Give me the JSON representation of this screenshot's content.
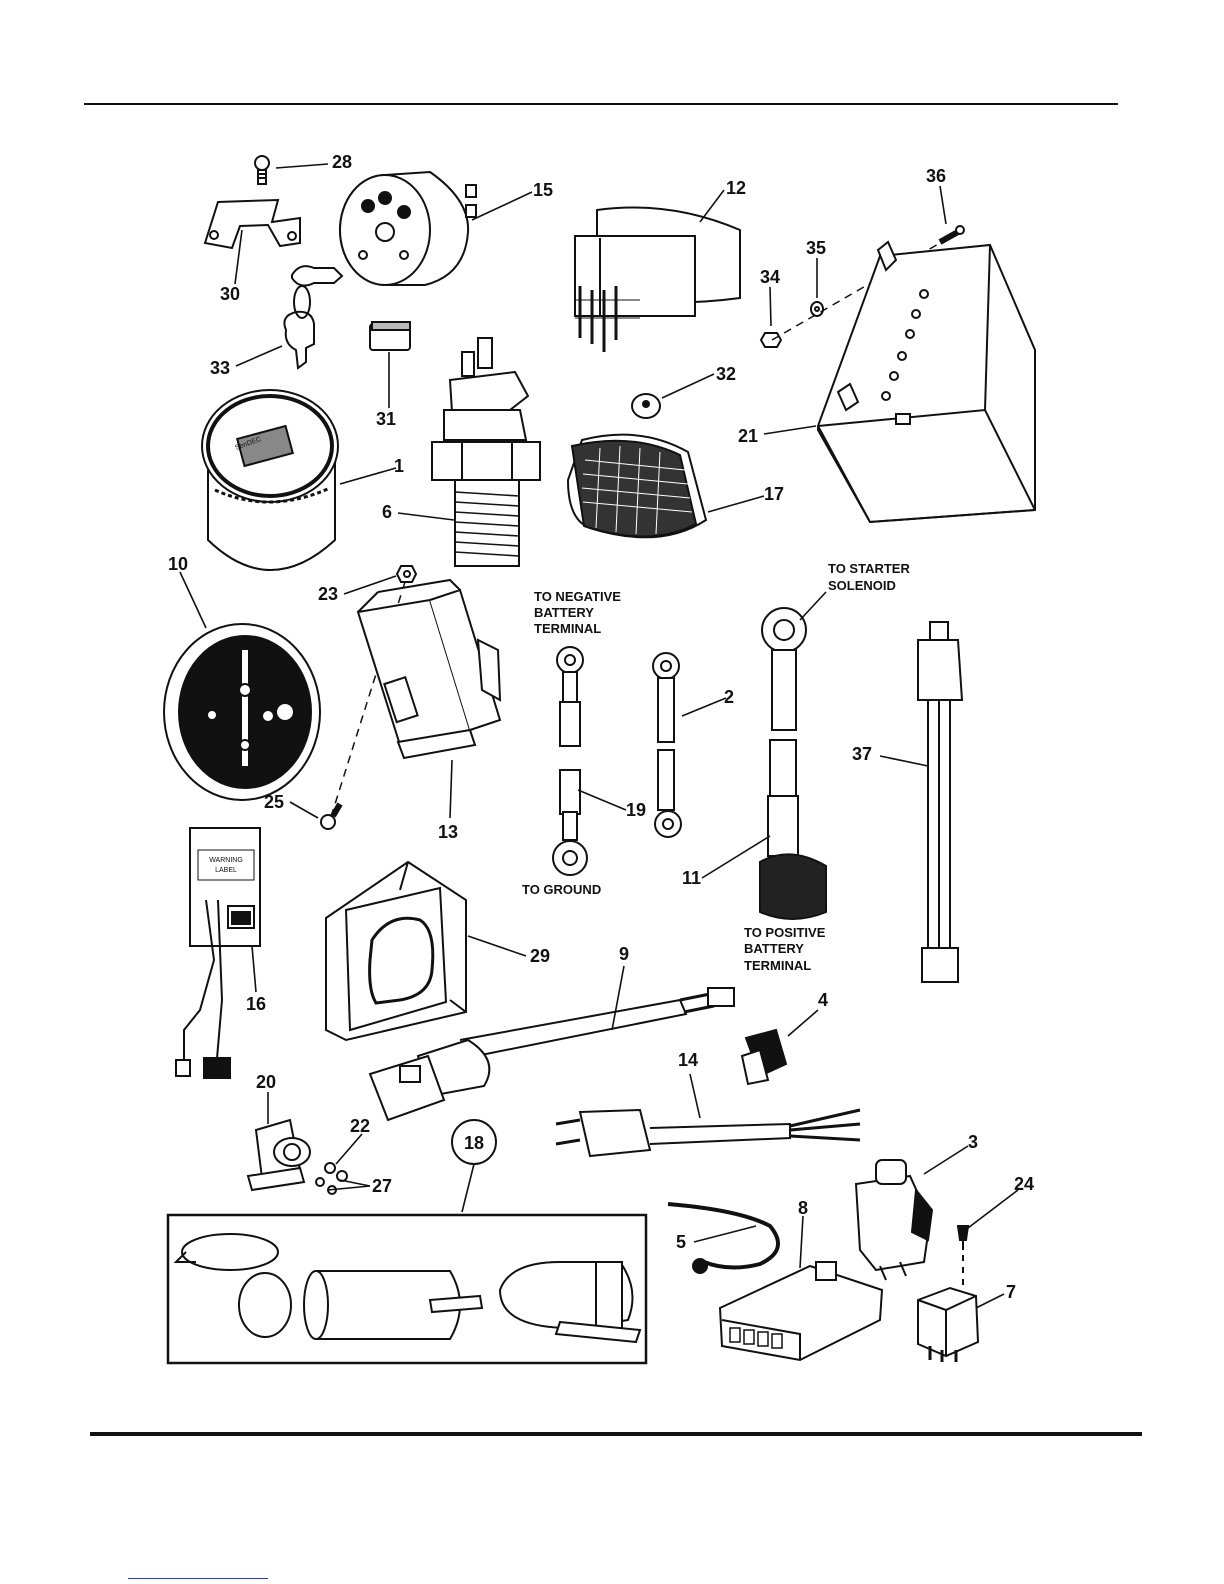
{
  "callouts": {
    "c1": "1",
    "c2": "2",
    "c3": "3",
    "c4": "4",
    "c5": "5",
    "c6": "6",
    "c7": "7",
    "c8": "8",
    "c9": "9",
    "c10": "10",
    "c11": "11",
    "c12": "12",
    "c13": "13",
    "c14": "14",
    "c15": "15",
    "c16": "16",
    "c17": "17",
    "c18": "18",
    "c19": "19",
    "c20": "20",
    "c21": "21",
    "c22": "22",
    "c23": "23",
    "c24": "24",
    "c25": "25",
    "c27": "27",
    "c28": "28",
    "c29": "29",
    "c30": "30",
    "c31": "31",
    "c32": "32",
    "c33": "33",
    "c34": "34",
    "c35": "35",
    "c36": "36",
    "c37": "37"
  },
  "notes": {
    "neg": [
      "TO NEGATIVE",
      "BATTERY",
      "TERMINAL"
    ],
    "starter": [
      "TO STARTER",
      "SOLENOID"
    ],
    "ground": "TO GROUND",
    "pos": [
      "TO POSITIVE",
      "BATTERY",
      "TERMINAL"
    ]
  },
  "part_labels": {
    "warning": [
      "WARNING",
      "LABEL"
    ],
    "hourmeter_brand": "SenDEC"
  }
}
